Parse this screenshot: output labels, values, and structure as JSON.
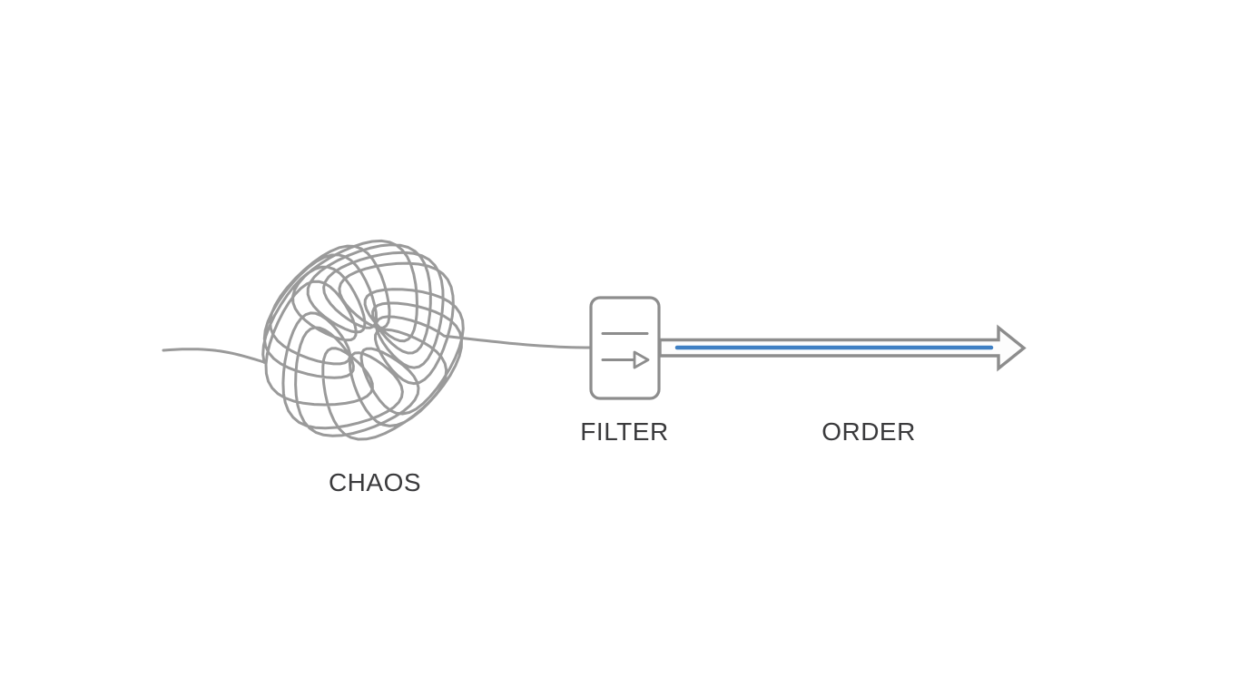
{
  "diagram": {
    "background": "#ffffff",
    "colors": {
      "bg": "#ffffff",
      "line-gray": "#9a9a9a",
      "shape-gray": "#8d8d8d",
      "accent-blue": "#3f80c4",
      "text": "#3a3a3c"
    },
    "nodes": [
      {
        "id": "chaos",
        "label": "CHAOS",
        "type": "scribble-tangle"
      },
      {
        "id": "filter",
        "label": "FILTER",
        "type": "filter-box"
      },
      {
        "id": "order",
        "label": "ORDER",
        "type": "outline-arrow"
      }
    ]
  }
}
